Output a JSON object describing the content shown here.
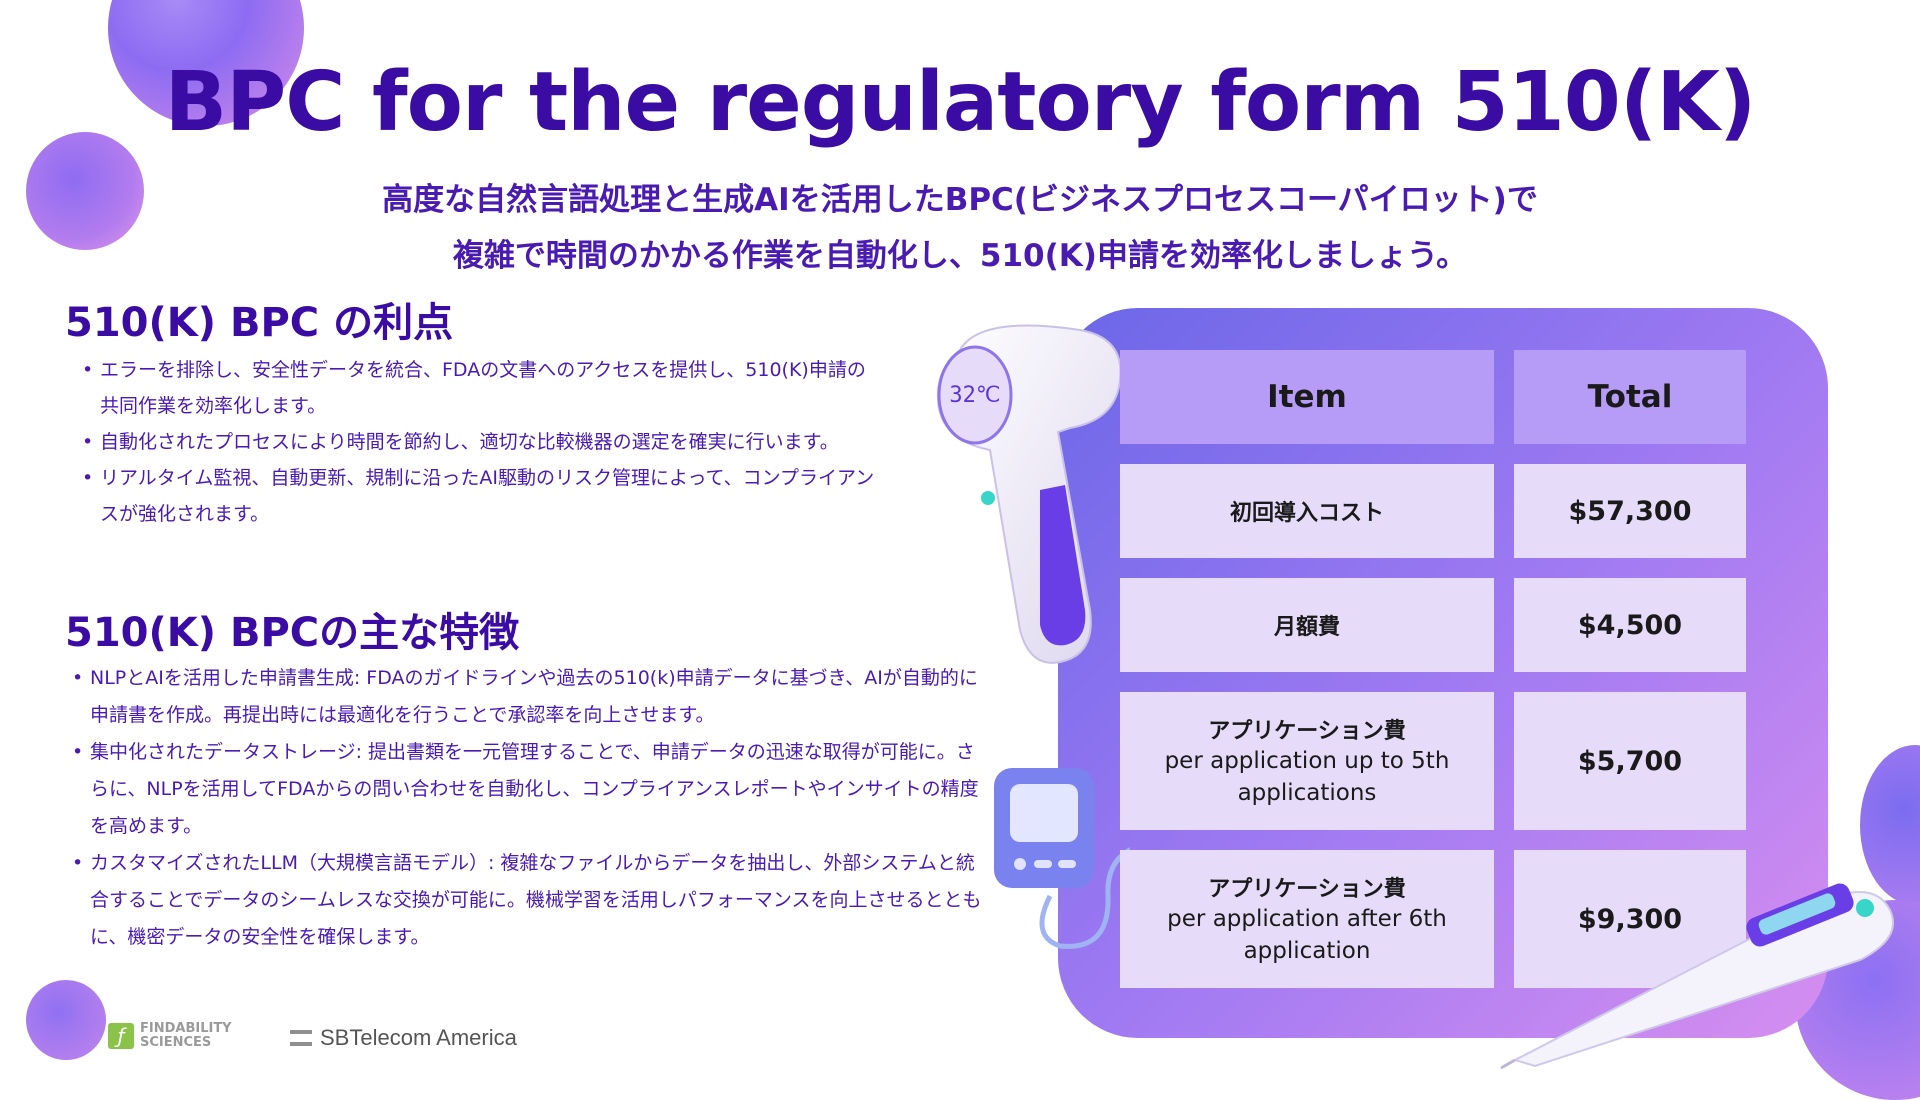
{
  "title": "BPC for the regulatory form 510(K)",
  "subtitle": {
    "line1": "高度な自然言語処理と生成AIを活用したBPC(ビジネスプロセスコーパイロット)で",
    "line2": "複雑で時間のかかる作業を自動化し、510(K)申請を効率化しましょう。"
  },
  "advantages": {
    "heading": "510(K) BPC の利点",
    "items": [
      "エラーを排除し、安全性データを統合、FDAの文書へのアクセスを提供し、510(K)申請の共同作業を効率化します。",
      "自動化されたプロセスにより時間を節約し、適切な比較機器の選定を確実に行います。",
      "リアルタイム監視、自動更新、規制に沿ったAI駆動のリスク管理によって、コンプライアンスが強化されます。"
    ]
  },
  "features": {
    "heading": "510(K) BPCの主な特徴",
    "items": [
      "NLPとAIを活用した申請書生成: FDAのガイドラインや過去の510(k)申請データに基づき、AIが自動的に申請書を作成。再提出時には最適化を行うことで承認率を向上させます。",
      "集中化されたデータストレージ: 提出書類を一元管理することで、申請データの迅速な取得が可能に。さらに、NLPを活用してFDAからの問い合わせを自動化し、コンプライアンスレポートやインサイトの精度を高めます。",
      "カスタマイズされたLLM（大規模言語モデル）: 複雑なファイルからデータを抽出し、外部システムと統合することでデータのシームレスな交換が可能に。機械学習を活用しパフォーマンスを向上させるとともに、機密データの安全性を確保します。"
    ]
  },
  "pricing": {
    "headers": {
      "item": "Item",
      "total": "Total"
    },
    "rows": [
      {
        "item": "初回導入コスト",
        "sub": "",
        "total": "$57,300"
      },
      {
        "item": "月額費",
        "sub": "",
        "total": "$4,500"
      },
      {
        "item": "アプリケーション費",
        "sub": "per application up to 5th applications",
        "total": "$5,700"
      },
      {
        "item": "アプリケーション費",
        "sub": "per application after 6th application",
        "total": "$9,300"
      }
    ]
  },
  "thermometer_display": "32℃",
  "logos": {
    "findability": "FINDABILITY SCIENCES",
    "sbtelecom": "SBTelecom America"
  },
  "colors": {
    "title": "#3a0ca3",
    "table_header": "#b69bf7",
    "table_cell": "#e6dcfa",
    "panel_gradient_start": "#6b67e8",
    "panel_gradient_end": "#d68ef0"
  }
}
